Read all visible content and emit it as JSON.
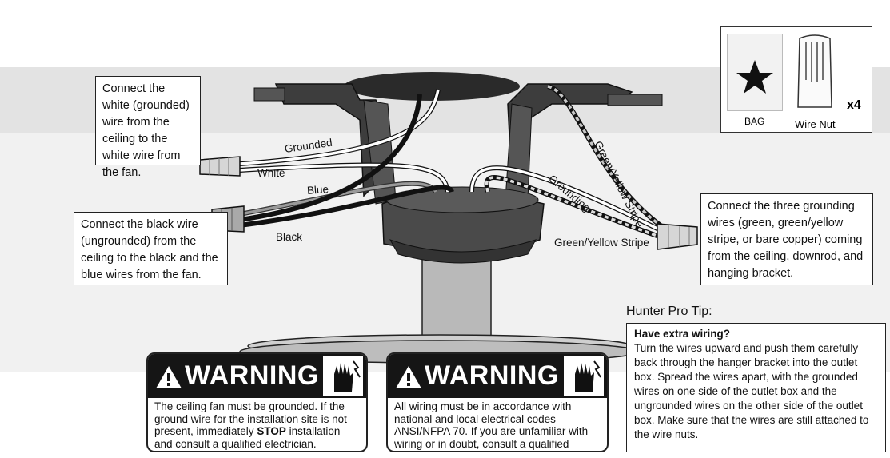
{
  "callouts": {
    "white": "Connect the white (grounded) wire from the ceiling to the white wire from the fan.",
    "black": "Connect the black wire (ungrounded) from the ceiling to the black and the blue wires from the fan.",
    "ground": "Connect the three grounding wires (green, green/yellow stripe, or bare copper) coming from the ceiling, downrod, and hanging bracket."
  },
  "wire_labels": {
    "grounded": "Grounded",
    "white": "White",
    "blue": "Blue",
    "black": "Black",
    "grounding": "Grounding",
    "green_yellow_top": "Green/Yellow Stripe",
    "green_yellow_bottom": "Green/Yellow Stripe"
  },
  "hardware": {
    "bag_label": "BAG",
    "wire_nut_label": "Wire Nut",
    "quantity": "x4"
  },
  "warnings": [
    {
      "title": "WARNING",
      "text_before": "The ceiling fan must be grounded. If the ground wire for the installation site is not present, immediately ",
      "emphasis": "STOP",
      "text_after": " installation and consult a qualified electrician."
    },
    {
      "title": "WARNING",
      "text": "All wiring must be in accordance with national and local electrical codes ANSI/NFPA 70.  If you are unfamiliar with wiring or in doubt, consult a qualified electrician."
    }
  ],
  "pro_tip": {
    "title": "Hunter Pro Tip:",
    "heading": "Have extra wiring?",
    "body": "Turn the wires upward and push them carefully back through the hanger bracket into the outlet box. Spread the wires apart, with the grounded wires on one side of the outlet box and the ungrounded wires on the other side of the outlet box. Make sure that the wires are still attached to the wire nuts."
  }
}
